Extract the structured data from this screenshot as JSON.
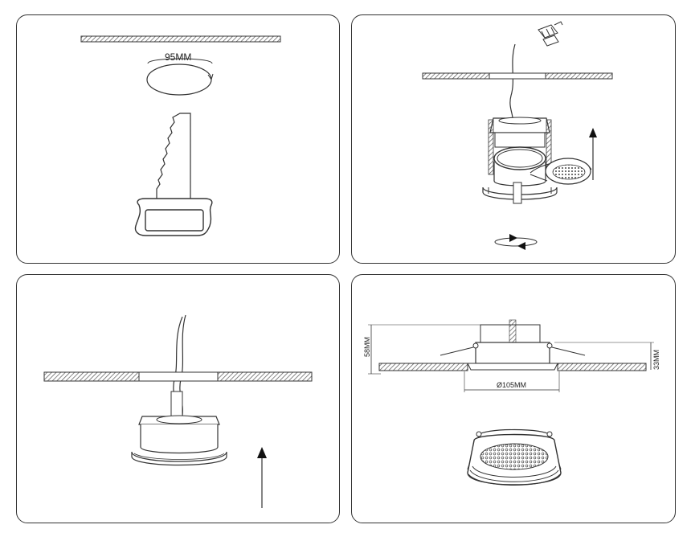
{
  "panels": {
    "p1": {
      "cutout_label": "95MM"
    },
    "p4": {
      "height_label": "58MM",
      "depth_label": "33MM",
      "diameter_label": "Ø105MM"
    }
  },
  "colors": {
    "line": "#333333",
    "hatch": "#555555",
    "panel_border": "#333333"
  },
  "icons": [
    "saw-icon",
    "connector-icon",
    "rotate-arrows-icon",
    "up-arrow-icon"
  ]
}
